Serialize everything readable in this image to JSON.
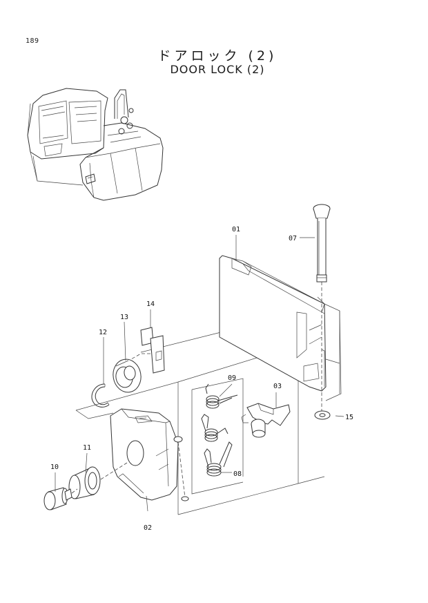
{
  "page": {
    "number": "189",
    "title_jp": "ドアロック (2)",
    "title_en": "DOOR LOCK (2)"
  },
  "callouts": [
    {
      "id": "part-01",
      "label": "01"
    },
    {
      "id": "part-02",
      "label": "02"
    },
    {
      "id": "part-03",
      "label": "03"
    },
    {
      "id": "part-07",
      "label": "07"
    },
    {
      "id": "part-08",
      "label": "08"
    },
    {
      "id": "part-09",
      "label": "09"
    },
    {
      "id": "part-10",
      "label": "10"
    },
    {
      "id": "part-11",
      "label": "11"
    },
    {
      "id": "part-12",
      "label": "12"
    },
    {
      "id": "part-13",
      "label": "13"
    },
    {
      "id": "part-14",
      "label": "14"
    },
    {
      "id": "part-15",
      "label": "15"
    }
  ]
}
